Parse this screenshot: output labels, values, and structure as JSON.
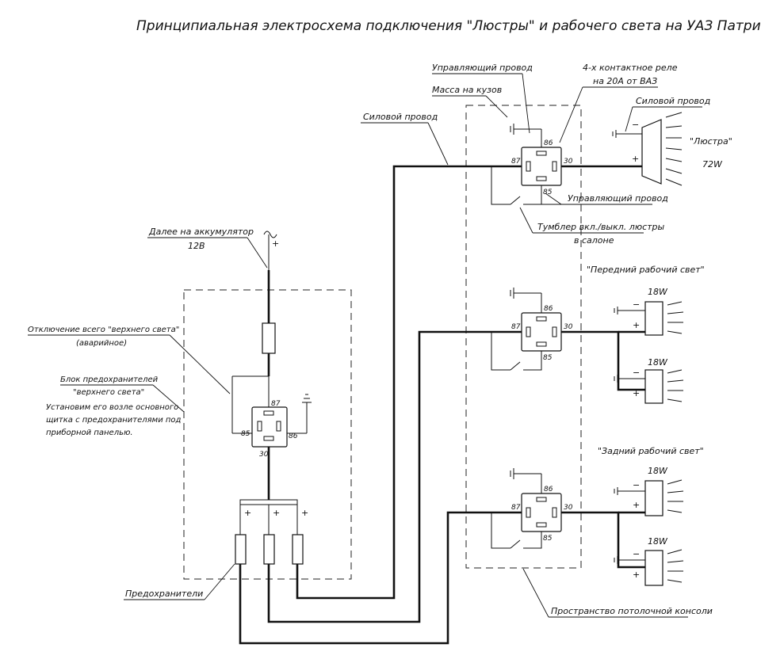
{
  "title": "Принципиальная электросхема подключения \"Люстры\" и рабочего света на УАЗ Патриот",
  "labels": {
    "power_wire_main": "Силовой провод",
    "control_wire_top": "Управляющий провод",
    "ground_to_body": "Масса на кузов",
    "relay_desc_line1": "4-х контактное реле",
    "relay_desc_line2": "на 20А от ВАЗ",
    "power_wire_lamp": "Силовой провод",
    "chandelier_name": "\"Люстра\"",
    "chandelier_power": "72W",
    "control_wire_right": "Управляющий провод",
    "toggle_line1": "Тумблер вкл./выкл. люстры",
    "toggle_line2": "в салоне",
    "battery_line1": "Далее на аккумулятор",
    "battery_line2": "12В",
    "front_light_title": "\"Передний рабочий свет\"",
    "front_lamp1_power": "18W",
    "front_lamp2_power": "18W",
    "rear_light_title": "\"Задний рабочий свет\"",
    "rear_lamp1_power": "18W",
    "rear_lamp2_power": "18W",
    "emergency_line1": "Отключение всего \"верхнего света\"",
    "emergency_line2": "(аварийное)",
    "fuse_block_line1": "Блок предохранителей",
    "fuse_block_line2": "\"верхнего света\"",
    "fuse_note_line1": "Установим его возле основного",
    "fuse_note_line2": "щитка с предохранителями под",
    "fuse_note_line3": "приборной панелью.",
    "fuses": "Предохранители",
    "console_space": "Пространство потолочной консоли"
  },
  "pins": {
    "p86": "86",
    "p87": "87",
    "p85": "85",
    "p30": "30"
  },
  "symbols": {
    "plus": "+",
    "minus": "−"
  }
}
